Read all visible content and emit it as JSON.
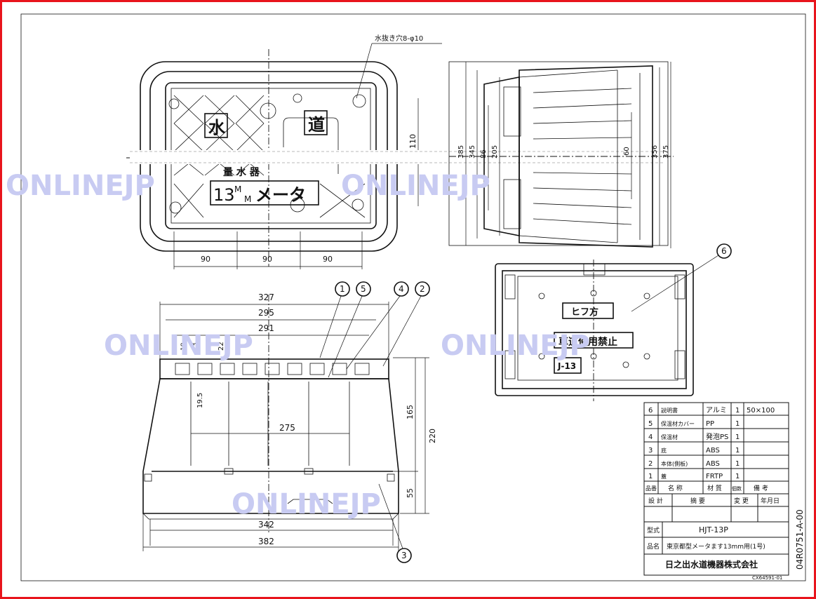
{
  "watermark": {
    "text": "ONLINEJP",
    "color": "#c8cbf2"
  },
  "frame_color": "#e8141c",
  "top_view": {
    "note": "水抜き穴8-φ10",
    "lid_char_left": "水",
    "lid_char_right": "道",
    "lid_text_small": "量 水 器",
    "lid_text_main": "13",
    "lid_text_main_sup": "M",
    "lid_text_main_sub": "M",
    "lid_text_main_tail": "メータ",
    "dim_bottom": [
      "90",
      "90",
      "90"
    ],
    "dim_right": "110"
  },
  "side_view": {
    "dims_left": [
      "385",
      "345",
      "86",
      "205"
    ],
    "dims_right": [
      "60",
      "356",
      "375"
    ]
  },
  "lid_view": {
    "callout": "6",
    "sticker_text": "ヒフ方",
    "warning_text": "車道使用禁止",
    "model_mark": "J-13"
  },
  "front_view": {
    "dims_top": [
      "327",
      "295",
      "291"
    ],
    "dims_top_small": [
      "18",
      "13",
      "22"
    ],
    "dim_inner_v": "19.5",
    "dim_inner_h": "275",
    "dims_right": [
      "165",
      "220",
      "55"
    ],
    "dims_bottom": [
      "342",
      "382"
    ],
    "callouts_top": [
      "1",
      "5",
      "4",
      "2"
    ],
    "callout_bottom": "3"
  },
  "parts_table": {
    "rows": [
      {
        "no": "6",
        "name": "説明書",
        "material": "アルミ",
        "qty": "1",
        "note": "50×100"
      },
      {
        "no": "5",
        "name": "保温材カバー",
        "material": "PP",
        "qty": "1",
        "note": ""
      },
      {
        "no": "4",
        "name": "保温材",
        "material": "発泡PS",
        "qty": "1",
        "note": ""
      },
      {
        "no": "3",
        "name": "底",
        "material": "ABS",
        "qty": "1",
        "note": ""
      },
      {
        "no": "2",
        "name": "本体(側板)",
        "material": "ABS",
        "qty": "1",
        "note": ""
      },
      {
        "no": "1",
        "name": "蓋",
        "material": "FRTP",
        "qty": "1",
        "note": ""
      }
    ],
    "header": {
      "no": "品番",
      "name": "名 称",
      "material": "材 質",
      "qty": "個数",
      "note": "備 考"
    },
    "revision_header": {
      "design": "設 計",
      "detail": "摘 要",
      "change": "変 更",
      "date": "年月日"
    },
    "model_label": "型式",
    "model_value": "HJT-13P",
    "product_label": "品名",
    "product_value": "東京都型メータます13mm用(1号)",
    "company": "日之出水道機器株式会社"
  },
  "drawing_no": "04R0751-A-00",
  "sheet_code": "CX64591-01"
}
